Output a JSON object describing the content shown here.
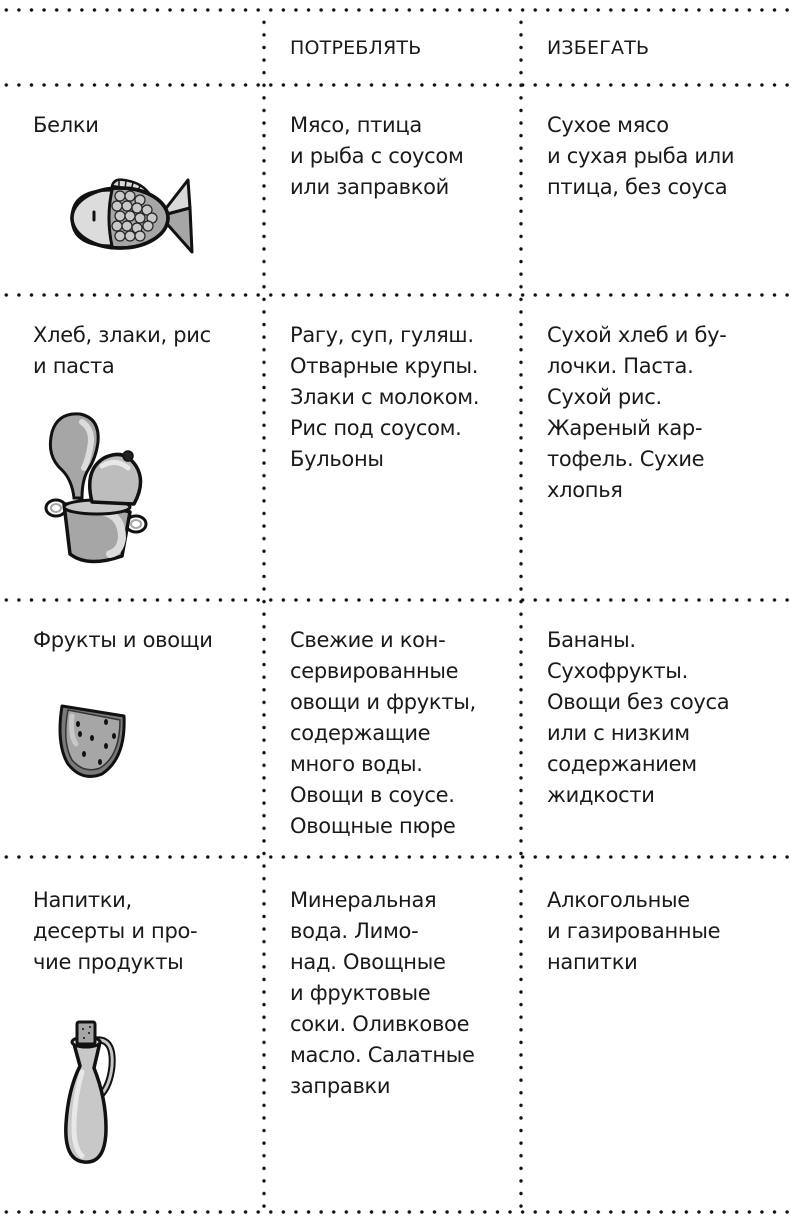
{
  "table": {
    "headers": [
      "",
      "ПОТРЕБЛЯТЬ",
      "ИЗБЕГАТЬ"
    ],
    "rows": [
      {
        "category": "Белки",
        "icon": "fish-icon",
        "consume": "Мясо, птица\nи рыба с соусом\nили заправкой",
        "avoid": "Сухое мясо\nи сухая рыба или\nптица, без соуса"
      },
      {
        "category": "Хлеб, злаки, рис\nи паста",
        "icon": "cooking-pot-icon",
        "consume": "Рагу, суп, гуляш.\nОтварные крупы.\nЗлаки с молоком.\nРис под соусом.\nБульоны",
        "avoid": "Сухой хлеб и бу-\nлочки. Паста.\nСухой рис.\nЖареный кар-\nтофель. Сухие\nхлопья"
      },
      {
        "category": "Фрукты и овощи",
        "icon": "watermelon-slice-icon",
        "consume": "Свежие и кон-\nсервированные\nовощи и фрукты,\nсодержащие\nмного воды.\nОвощи в соусе.\nОвощные пюре",
        "avoid": "Бананы.\nСухофрукты.\nОвощи без соуса\nили с низким\nсодержанием\nжидкости"
      },
      {
        "category": "Напитки,\nдесерты и про-\nчие продукты",
        "icon": "oil-jug-icon",
        "consume": "Минеральная\nвода. Лимо-\nнад. Овощные\nи фруктовые\nсоки. Оливковое\nмасло. Салатные\nзаправки",
        "avoid": "Алкогольные\nи газированные\nнапитки"
      }
    ]
  },
  "colors": {
    "text": "#1a1a1a",
    "dots": "#111111",
    "illustration_light": "#d9d9d9",
    "illustration_mid": "#a6a6a6",
    "illustration_dark": "#7a7a7a"
  }
}
